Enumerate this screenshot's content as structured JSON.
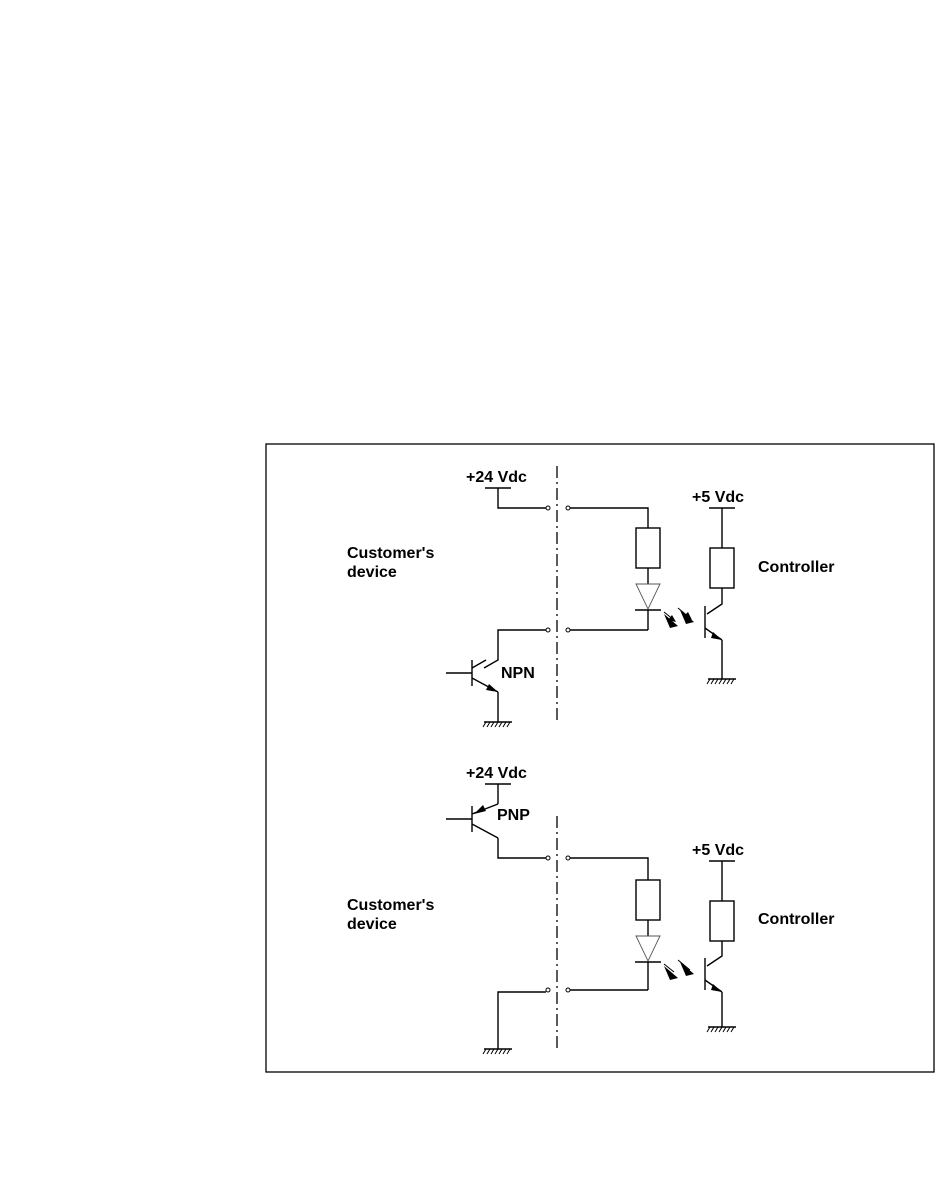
{
  "diagram": {
    "npn_circuit": {
      "supply_label": "+24 Vdc",
      "customer_label_line1": "Customer's",
      "customer_label_line2": "device",
      "transistor_label": "NPN",
      "controller_supply_label": "+5 Vdc",
      "controller_label": "Controller"
    },
    "pnp_circuit": {
      "supply_label": "+24 Vdc",
      "customer_label_line1": "Customer's",
      "customer_label_line2": "device",
      "transistor_label": "PNP",
      "controller_supply_label": "+5 Vdc",
      "controller_label": "Controller"
    }
  }
}
